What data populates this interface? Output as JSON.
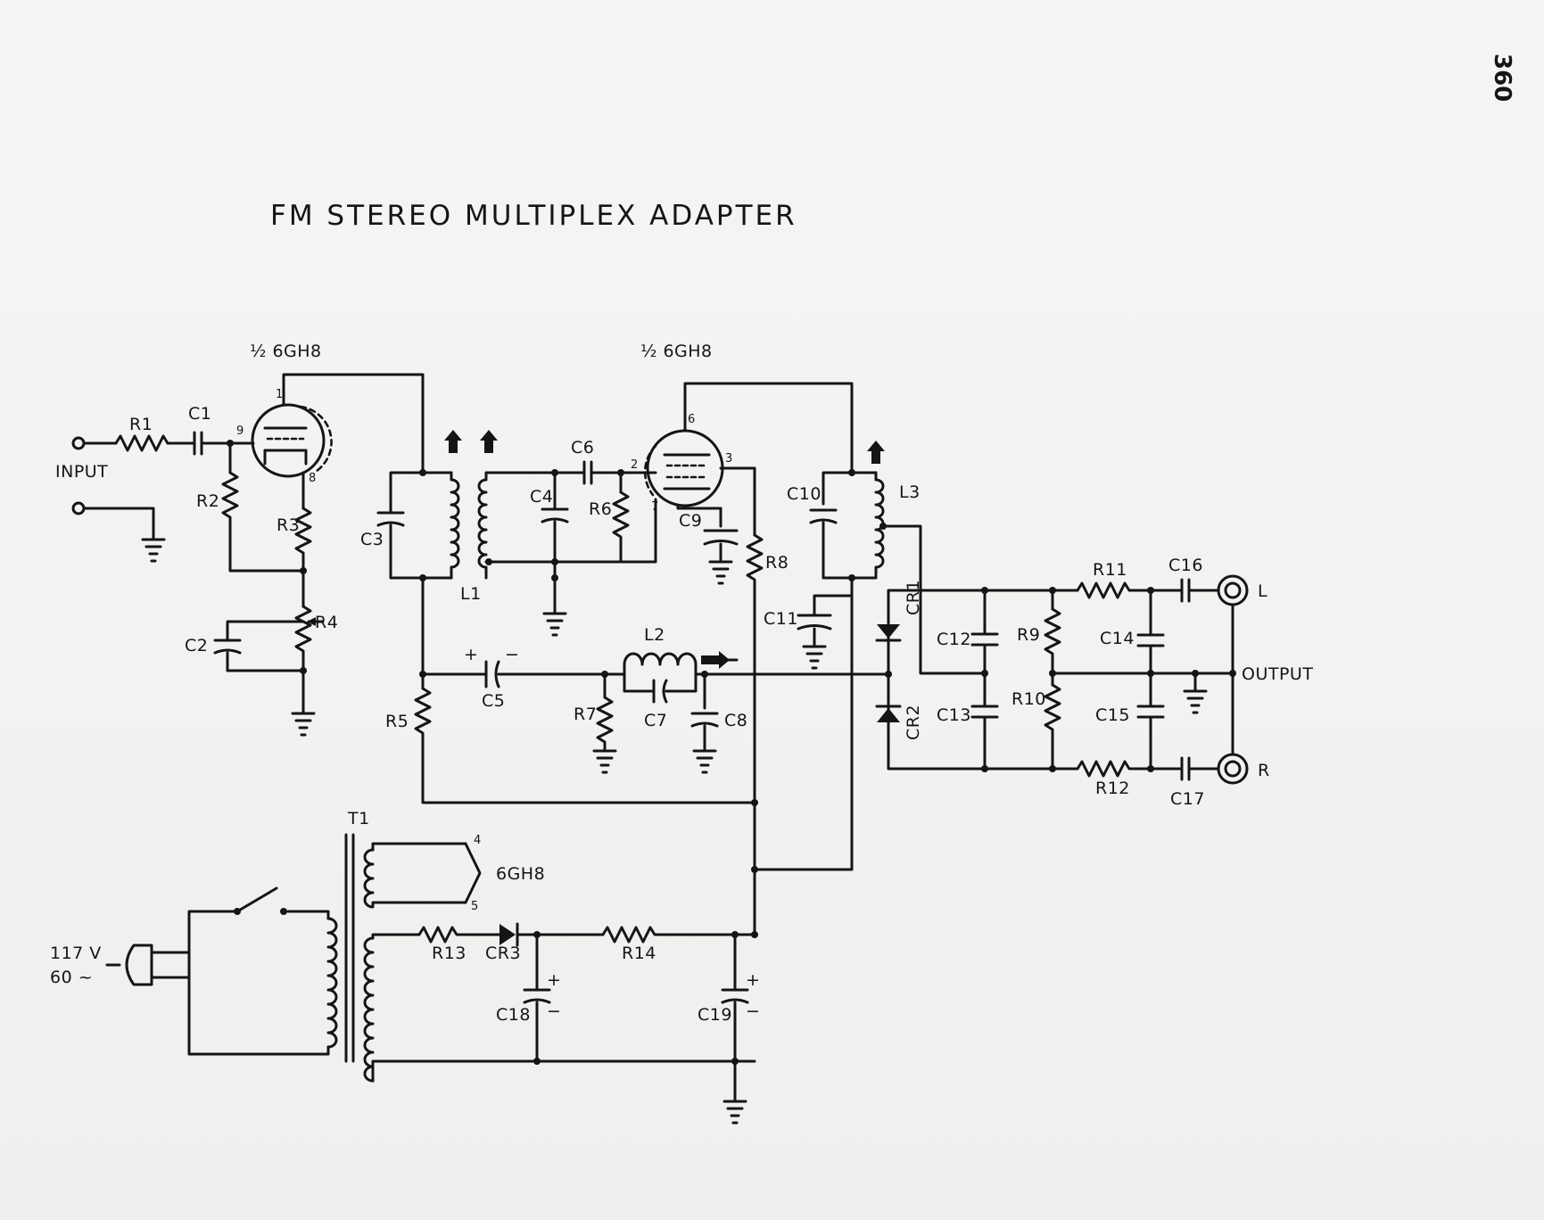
{
  "page_number": "360",
  "title": "FM STEREO MULTIPLEX ADAPTER",
  "tubes": {
    "v1": "½ 6GH8",
    "v2": "½ 6GH8",
    "filament": "6GH8"
  },
  "pins": {
    "v1_plate": "1",
    "v1_grid": "9",
    "v1_cathode": "8",
    "v2_plate": "6",
    "v2_grid": "2",
    "v2_screen": "3",
    "v2_cathode": "7",
    "fil_a": "4",
    "fil_b": "5"
  },
  "terminals": {
    "input": "INPUT",
    "output": "OUTPUT",
    "left": "L",
    "right": "R",
    "mains_volts": "117 V",
    "mains_freq": "60 ~"
  },
  "components": {
    "R1": "R1",
    "R2": "R2",
    "R3": "R3",
    "R4": "R4",
    "R5": "R5",
    "R6": "R6",
    "R7": "R7",
    "R8": "R8",
    "R9": "R9",
    "R10": "R10",
    "R11": "R11",
    "R12": "R12",
    "R13": "R13",
    "R14": "R14",
    "C1": "C1",
    "C2": "C2",
    "C3": "C3",
    "C4": "C4",
    "C5": "C5",
    "C6": "C6",
    "C7": "C7",
    "C8": "C8",
    "C9": "C9",
    "C10": "C10",
    "C11": "C11",
    "C12": "C12",
    "C13": "C13",
    "C14": "C14",
    "C15": "C15",
    "C16": "C16",
    "C17": "C17",
    "C18": "C18",
    "C19": "C19",
    "L1": "L1",
    "L2": "L2",
    "L3": "L3",
    "CR1": "CR1",
    "CR2": "CR2",
    "CR3": "CR3",
    "T1": "T1"
  },
  "polarity": {
    "plus": "+",
    "minus": "−"
  }
}
